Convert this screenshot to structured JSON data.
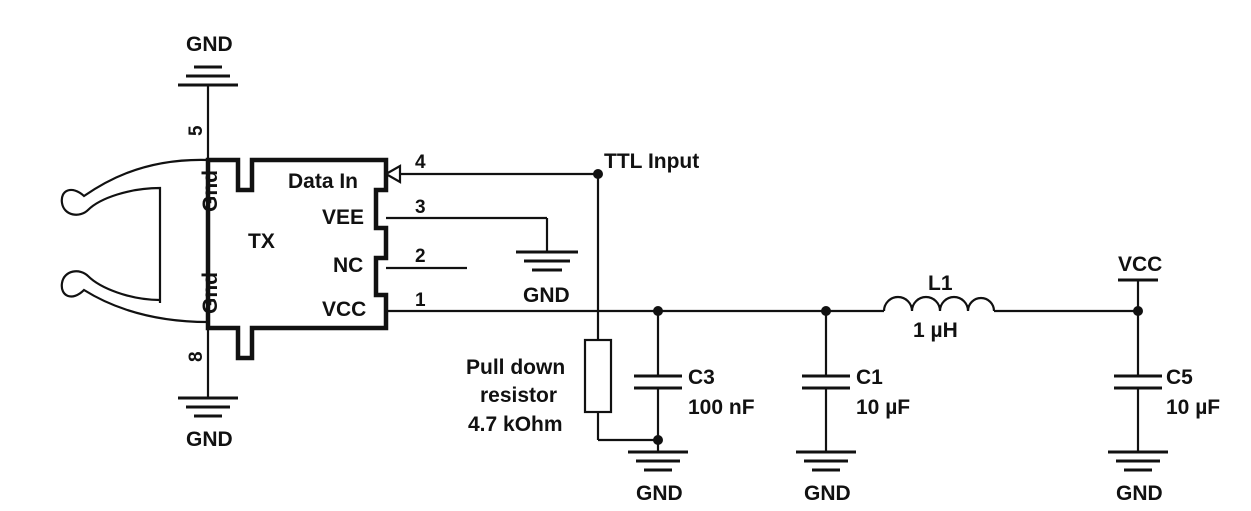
{
  "gnd_label": "GND",
  "vcc_label": "VCC",
  "module": {
    "name": "TX",
    "pins_left": {
      "top": "5",
      "bottom": "8"
    },
    "pins_left_names": {
      "top": "Gnd",
      "bottom": "Gnd"
    },
    "pins_right": [
      {
        "number": "4",
        "name": "Data In"
      },
      {
        "number": "3",
        "name": "VEE"
      },
      {
        "number": "2",
        "name": "NC"
      },
      {
        "number": "1",
        "name": "VCC"
      }
    ]
  },
  "net_labels": {
    "ttl_input": "TTL Input"
  },
  "resistor": {
    "line1": "Pull down",
    "line2": "resistor",
    "value": "4.7 kOhm"
  },
  "capacitors": [
    {
      "ref": "C3",
      "value": "100 nF"
    },
    {
      "ref": "C1",
      "value": "10 µF"
    },
    {
      "ref": "C5",
      "value": "10 µF"
    }
  ],
  "inductor": {
    "ref": "L1",
    "value": "1 µH"
  }
}
